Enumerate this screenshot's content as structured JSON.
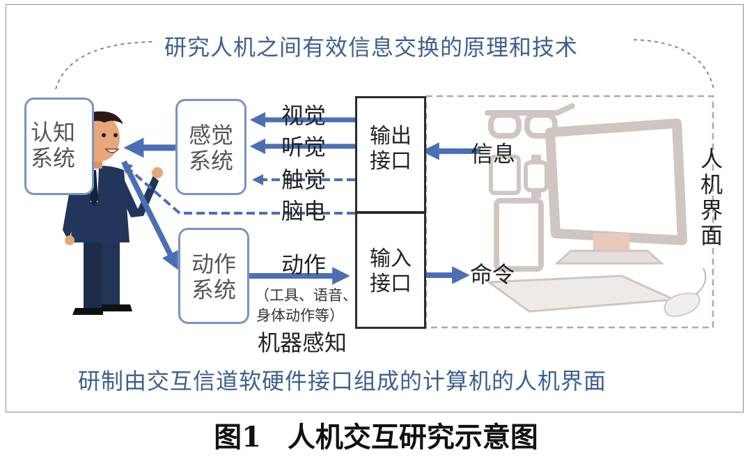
{
  "top_title": "研究人机之间有效信息交换的原理和技术",
  "bottom_title": "研制由交互信道软硬件接口组成的计算机的人机界面",
  "caption": {
    "figure_no": "图1",
    "title": "人机交互研究示意图"
  },
  "systems": {
    "cognitive": [
      "认知",
      "系统"
    ],
    "perception": [
      "感觉",
      "系统"
    ],
    "action": [
      "动作",
      "系统"
    ]
  },
  "interfaces": {
    "output": [
      "输出",
      "接口"
    ],
    "input": [
      "输入",
      "接口"
    ]
  },
  "channels": {
    "vision": "视觉",
    "hearing": "听觉",
    "touch": "触觉",
    "eeg": "脑电"
  },
  "action_channel": {
    "label": "动作",
    "detail_line1": "（工具、语音、",
    "detail_line2": "身体动作等）",
    "machine_perception": "机器感知"
  },
  "information": "信息",
  "command": "命令",
  "hci_side_label": [
    "人",
    "机",
    "界",
    "面"
  ],
  "colors": {
    "accent": "#4a6fb5",
    "title_blue": "#3d5f8f",
    "box_border": "#7a92c2"
  }
}
